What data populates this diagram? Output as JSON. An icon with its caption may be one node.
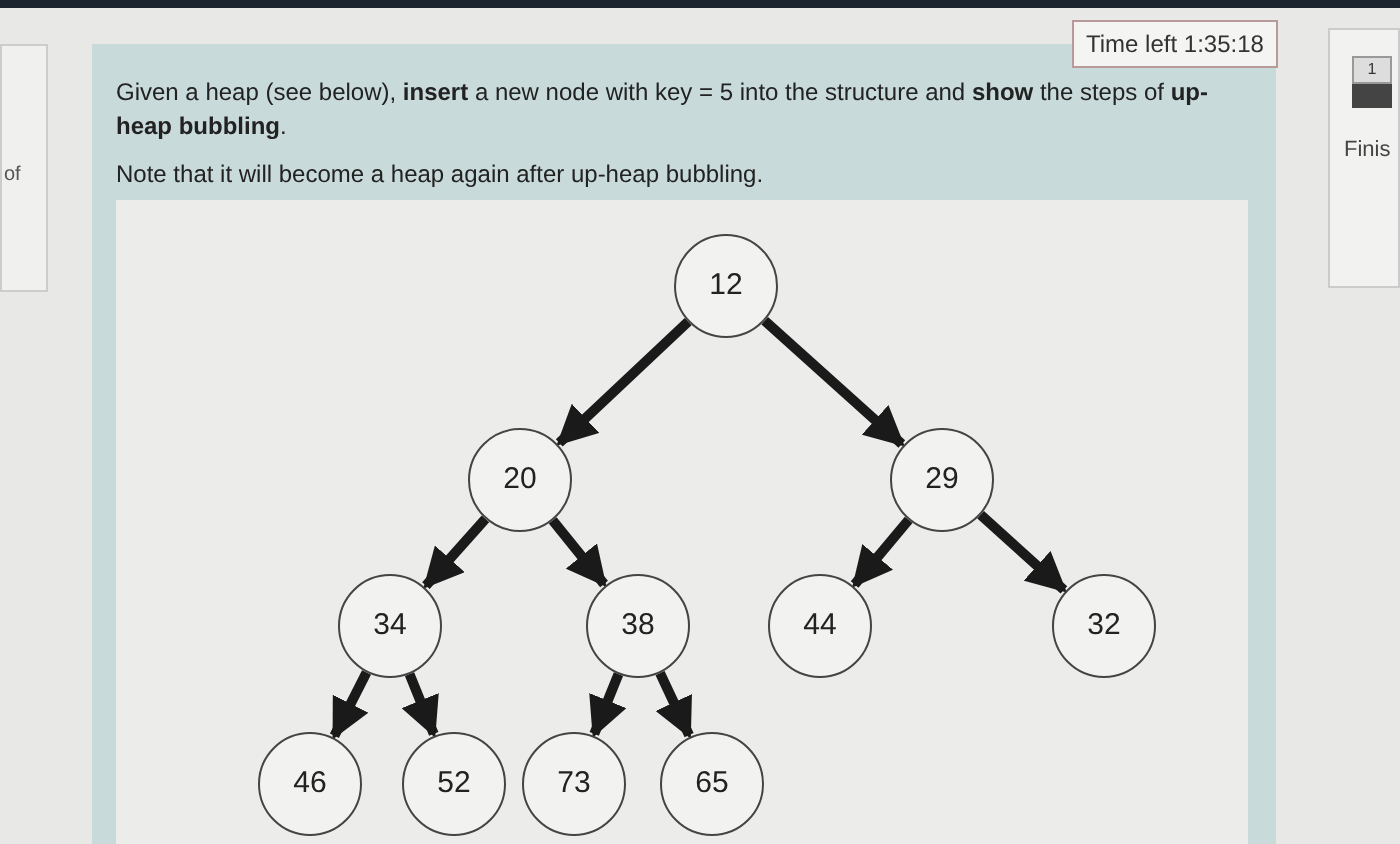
{
  "diagram": {
    "nodes": [
      {
        "text": [
          "12"
        ]
      },
      {
        "text": [
          "20"
        ]
      },
      {
        "text": [
          "29"
        ]
      },
      {
        "text": [
          "34"
        ]
      },
      {
        "text": [
          "38"
        ]
      },
      {
        "text": [
          "44"
        ]
      },
      {
        "text": [
          "32"
        ]
      },
      {
        "text": [
          "46"
        ]
      },
      {
        "text": [
          "52"
        ]
      },
      {
        "text": [
          "73"
        ]
      },
      {
        "text": [
          "65"
        ]
      }
    ],
    "edges": [
      {
        "from": 0,
        "to": 1,
        "arrow": "to"
      },
      {
        "from": 0,
        "to": 2,
        "arrow": "to"
      },
      {
        "from": 1,
        "to": 3,
        "arrow": "to"
      },
      {
        "from": 1,
        "to": 4,
        "arrow": "to"
      },
      {
        "from": 2,
        "to": 5,
        "arrow": "to"
      },
      {
        "from": 2,
        "to": 6,
        "arrow": "to"
      },
      {
        "from": 3,
        "to": 7,
        "arrow": "to"
      },
      {
        "from": 3,
        "to": 8,
        "arrow": "to"
      },
      {
        "from": 4,
        "to": 9,
        "arrow": "to"
      },
      {
        "from": 4,
        "to": 10,
        "arrow": "to"
      }
    ],
    "labels": [
      "of",
      "Time left 1:35:18",
      "Given a heap (see below), **insert** a new node with key = 5 into the structure and **show** the steps of **up-heap bubbling**.",
      "Note that it will become a heap again after up-heap bubbling.",
      "1",
      "Finis"
    ]
  }
}
